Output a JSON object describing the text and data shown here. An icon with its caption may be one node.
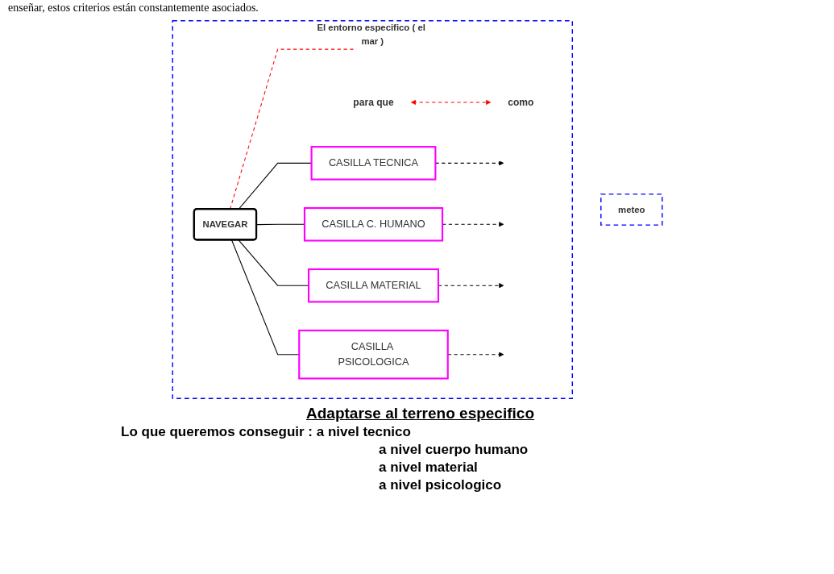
{
  "diagram": {
    "nodes": [
      {
        "text": [
          "El entorno especifico ( el mar )"
        ]
      },
      {
        "text": [
          "meteo"
        ]
      },
      {
        "text": [
          "para que"
        ],
        "in": 0
      },
      {
        "text": [
          "NAVEGAR"
        ],
        "in": 0
      },
      {
        "text": [
          "CASILLA TECNICA"
        ],
        "in": 0
      },
      {
        "text": [
          "CASILLA C. HUMANO"
        ],
        "in": 0
      },
      {
        "text": [
          "CASILLA MATERIAL"
        ],
        "in": 0
      },
      {
        "text": [
          "CASILLA PSICOLOGICA"
        ],
        "in": 0
      },
      {
        "text": [
          "como"
        ],
        "in": 0
      }
    ],
    "edges": [
      {
        "from": 2,
        "to": 8,
        "arrow": "both",
        "style": "dashed",
        "color": "#ff0000"
      },
      {
        "from": 3,
        "to": null,
        "arrow": "none",
        "style": "dashed",
        "color": "#ff0000"
      },
      {
        "from": 3,
        "to": 4,
        "arrow": "none"
      },
      {
        "from": 3,
        "to": 5,
        "arrow": "none"
      },
      {
        "from": 3,
        "to": 6,
        "arrow": "none"
      },
      {
        "from": 3,
        "to": 7,
        "arrow": "none"
      },
      {
        "from": 4,
        "to": null,
        "arrow": "to",
        "style": "dashed"
      },
      {
        "from": 5,
        "to": null,
        "arrow": "to",
        "style": "dashed"
      },
      {
        "from": 6,
        "to": null,
        "arrow": "to",
        "style": "dashed"
      },
      {
        "from": 7,
        "to": null,
        "arrow": "to",
        "style": "dashed"
      }
    ],
    "labels": [
      "enseñar, estos criterios están constantemente asociados.",
      "Adaptarse al terreno especifico",
      "Lo que queremos conseguir : a nivel tecnico",
      "a nivel cuerpo humano",
      "a nivel material",
      "a nivel psicologico"
    ]
  }
}
